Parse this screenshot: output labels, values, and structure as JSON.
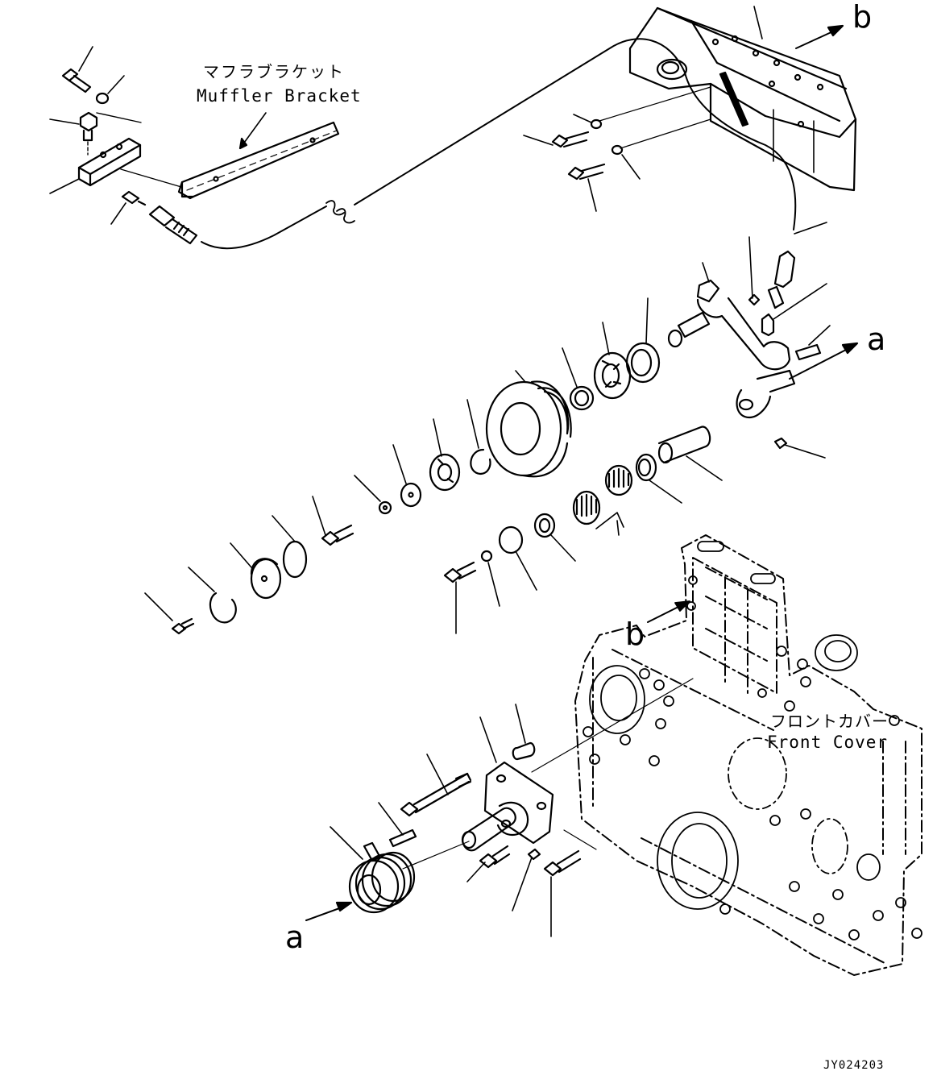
{
  "diagram": {
    "labels": {
      "muffler_bracket_jp": "マフラブラケット",
      "muffler_bracket_en": "Muffler Bracket",
      "front_cover_jp": "フロントカバー",
      "front_cover_en": "Front Cover",
      "ref_a_top": "a",
      "ref_a_bottom": "a",
      "ref_b_top": "b",
      "ref_b_mid": "b"
    },
    "figure_id": "JY024203"
  },
  "colors": {
    "ink": "#000000",
    "paper": "#ffffff"
  }
}
